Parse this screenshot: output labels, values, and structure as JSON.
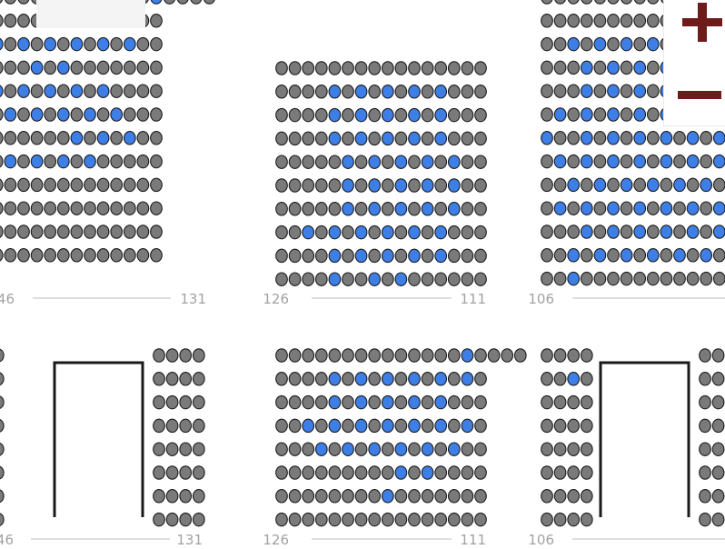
{
  "colors": {
    "taken": "#7a7a7a",
    "available": "#3d7fe6",
    "outline": "#1c1c1c",
    "zoom": "#6e1b1b"
  },
  "zoom": {
    "in_icon": "plus-icon",
    "out_icon": "minus-icon"
  },
  "blocks": [
    {
      "name": "upper-left",
      "labels": {
        "left": "146",
        "right": "131"
      },
      "rows": [
        "00000000000000010000",
        "0000000000000000",
        "0001010101010100",
        "0000001010000000",
        "0001010101010000",
        "0000101010101000",
        "0000000001010100",
        "0000101010100000",
        "0000000000000000",
        "0000000000000000",
        "0000000000000000",
        "0000000000000000"
      ]
    },
    {
      "name": "upper-center",
      "labels": {
        "left": "126",
        "right": "111"
      },
      "rows": [
        "0000000000000000",
        "0000101010101000",
        "0000101010101000",
        "0000101010101000",
        "0000010101010100",
        "0000010101010100",
        "0000010101010100",
        "0010101010101000",
        "0000101010101000",
        "0000100101000000"
      ]
    },
    {
      "name": "upper-right",
      "labels": {
        "left": "106",
        "right": ""
      },
      "rows": [
        "0000000000000000",
        "0000000000000000",
        "0010101010101010",
        "0001010101010101",
        "0001010101010101",
        "0101010101010101",
        "1001010101010111",
        "0101010101010101",
        "0010101010101010",
        "0101010101010101",
        "0001010101010100",
        "0010101010101010",
        "0010000000000000"
      ]
    },
    {
      "name": "lower-left",
      "labels": {
        "left": "46",
        "right": "131"
      },
      "rows": [
        "0000",
        "0000",
        "0000",
        "0000",
        "0000",
        "0000",
        "0000",
        "0000"
      ],
      "rows_right": [
        "0000",
        "0000",
        "0000",
        "0000",
        "0000",
        "0000",
        "0000",
        "0000"
      ]
    },
    {
      "name": "lower-center",
      "labels": {
        "left": "126",
        "right": "111"
      },
      "rows": [
        "0000000000000010000",
        "0000101010101010",
        "0000101010101000",
        "0010101010101010",
        "0001010101010100",
        "0000000001010000",
        "0000000010000000",
        "0000000000000000"
      ]
    },
    {
      "name": "lower-right",
      "labels": {
        "left": "106",
        "right": ""
      },
      "rows": [
        "0000",
        "0010",
        "0000",
        "0000",
        "0000",
        "0000",
        "0000",
        "0000"
      ],
      "rows_right": [
        "00",
        "00",
        "00",
        "00",
        "00",
        "00",
        "00",
        "00"
      ]
    }
  ]
}
